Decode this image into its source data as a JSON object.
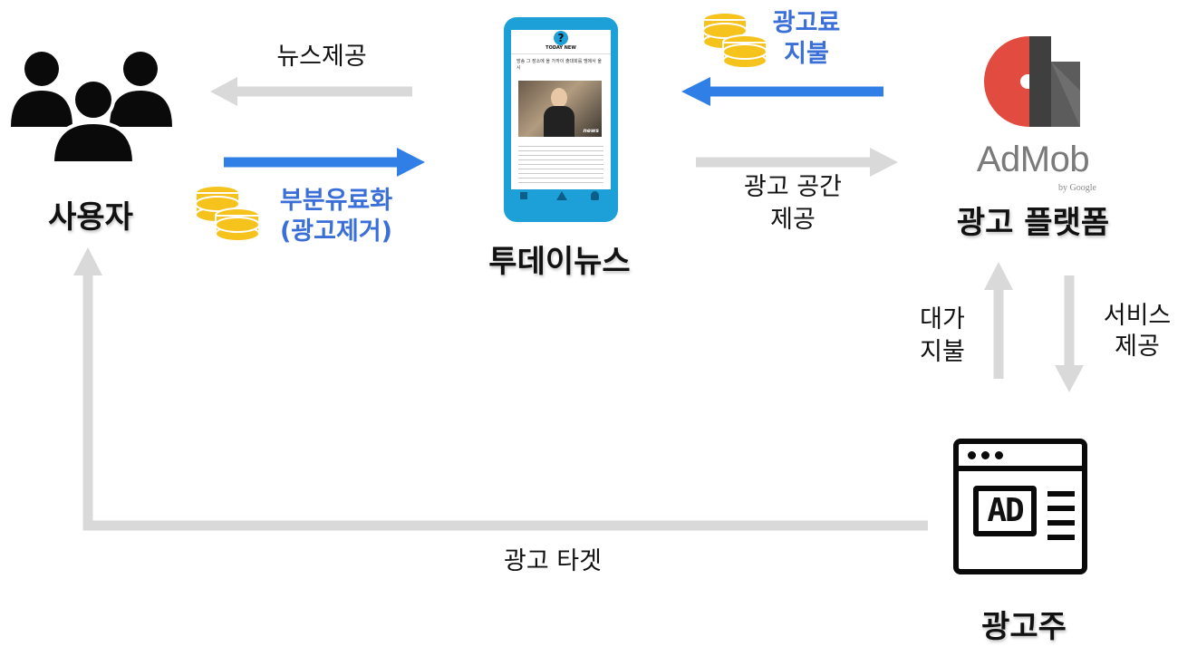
{
  "nodes": {
    "users": "사용자",
    "app": "투데이뉴스",
    "platform": "광고 플랫폼",
    "advertiser": "광고주"
  },
  "flows": {
    "news_provide": "뉴스제공",
    "freemium_line1": "부분유료화",
    "freemium_line2": "(광고제거)",
    "ad_fee_line1": "광고료",
    "ad_fee_line2": "지불",
    "ad_space_line1": "광고 공간",
    "ad_space_line2": "제공",
    "payment_line1": "대가",
    "payment_line2": "지불",
    "service_line1": "서비스",
    "service_line2": "제공",
    "ad_target": "광고 타겟"
  },
  "logo": {
    "admob_text": "AdMob",
    "admob_byline": "by Google"
  },
  "ad_icon": {
    "text": "AD"
  },
  "phone": {
    "header_text": "TODAY NEW",
    "headline": "방송 그 장소에 올 가까이 출대회를 맹에서 울시",
    "tag": "news"
  },
  "colors": {
    "blue_arrow": "#2f7fe6",
    "gray_arrow": "#d9d9d9",
    "blue_text": "#3a6fd8",
    "phone_body": "#1da0d8",
    "coin": "#f6c21c",
    "admob_red": "#e24b3f"
  }
}
